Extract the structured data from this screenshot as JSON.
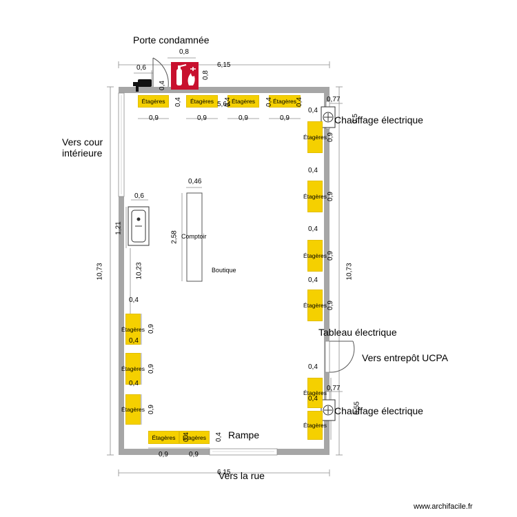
{
  "labels": {
    "porte_condamnee": "Porte condamnée",
    "vers_cour": "Vers cour",
    "interieure": "intérieure",
    "chauffage": "Chauffage électrique",
    "tableau": "Tableau électrique",
    "vers_entrepot": "Vers entrepôt UCPA",
    "rampe": "Rampe",
    "vers_rue": "Vers la rue",
    "comptoir": "Comptoir",
    "boutique": "Boutique",
    "etageres": "Étagères",
    "watermark": "www.archifacile.fr"
  },
  "dims": {
    "d0_8": "0,8",
    "d0_6": "0,6",
    "d6_15": "6,15",
    "d0_4": "0,4",
    "d0_9": "0,9",
    "d5_64": "5,64",
    "d0_77": "0,77",
    "d0_5": "0,5",
    "d0_55": "0,55",
    "d10_73": "10,73",
    "d10_23": "10,23",
    "d1_21": "1,21",
    "d2_58": "2,58",
    "d0_46": "0,46"
  },
  "colors": {
    "wall": "#a6a6a6",
    "shelf": "#f5d000",
    "extinguisher_sign": "#c8102e",
    "dimension_line": "#888888"
  },
  "icons": [
    "fire-extinguisher-sign-icon",
    "security-camera-icon",
    "door-swing-icon",
    "sink-icon",
    "electric-heater-icon"
  ]
}
